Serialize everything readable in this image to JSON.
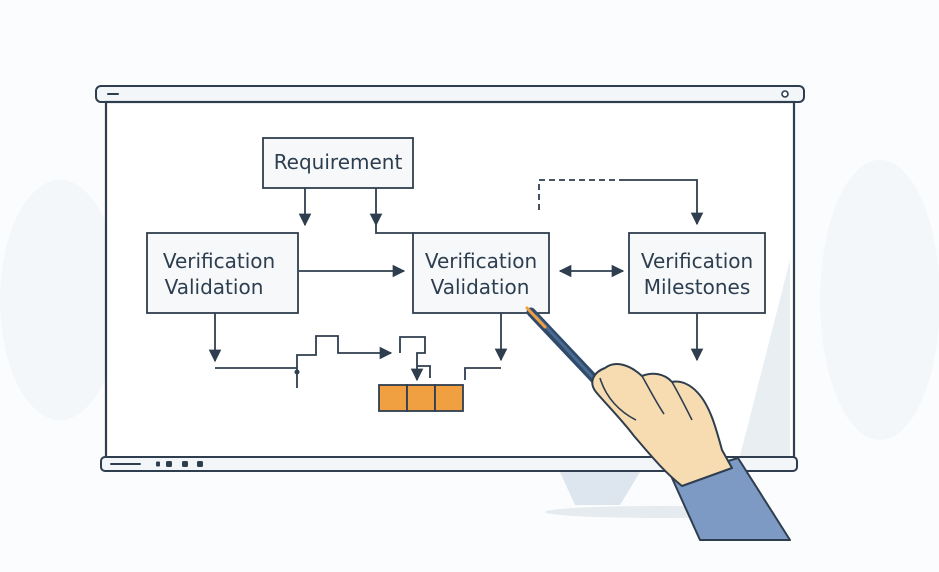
{
  "diagram": {
    "requirement": "Requirement",
    "left_box": {
      "line1": "Verification",
      "line2": "Validation"
    },
    "center_box": {
      "line1": "Verification",
      "line2": "Validation"
    },
    "right_box": {
      "line1": "Verification",
      "line2": "Milestones"
    }
  },
  "colors": {
    "stroke": "#2f3e4e",
    "box_fill": "#f6f8f9",
    "accent_orange": "#f0a040",
    "hand_skin": "#f7dcb2",
    "sleeve": "#7d9ac4",
    "pen": "#2f4a6b"
  },
  "icons": [
    "minimize-icon",
    "window-dot-icon",
    "pointer-pen-icon",
    "hand-icon"
  ]
}
